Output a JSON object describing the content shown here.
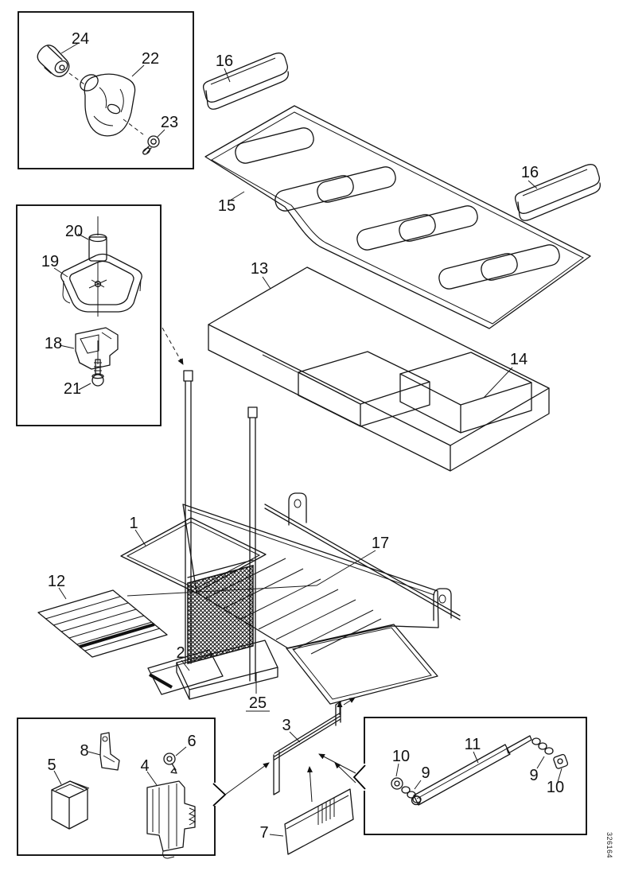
{
  "figure": {
    "kind": "exploded-parts-diagram",
    "drawing_number": "326164"
  },
  "callouts": [
    {
      "label": "24"
    },
    {
      "label": "22"
    },
    {
      "label": "23"
    },
    {
      "label": "16"
    },
    {
      "label": "15"
    },
    {
      "label": "13"
    },
    {
      "label": "14"
    },
    {
      "label": "16"
    },
    {
      "label": "20"
    },
    {
      "label": "19"
    },
    {
      "label": "18"
    },
    {
      "label": "21"
    },
    {
      "label": "1"
    },
    {
      "label": "17"
    },
    {
      "label": "12"
    },
    {
      "label": "2"
    },
    {
      "label": "25"
    },
    {
      "label": "3"
    },
    {
      "label": "7"
    },
    {
      "label": "8"
    },
    {
      "label": "6"
    },
    {
      "label": "5"
    },
    {
      "label": "4"
    },
    {
      "label": "10"
    },
    {
      "label": "9"
    },
    {
      "label": "11"
    },
    {
      "label": "9"
    },
    {
      "label": "10"
    }
  ]
}
